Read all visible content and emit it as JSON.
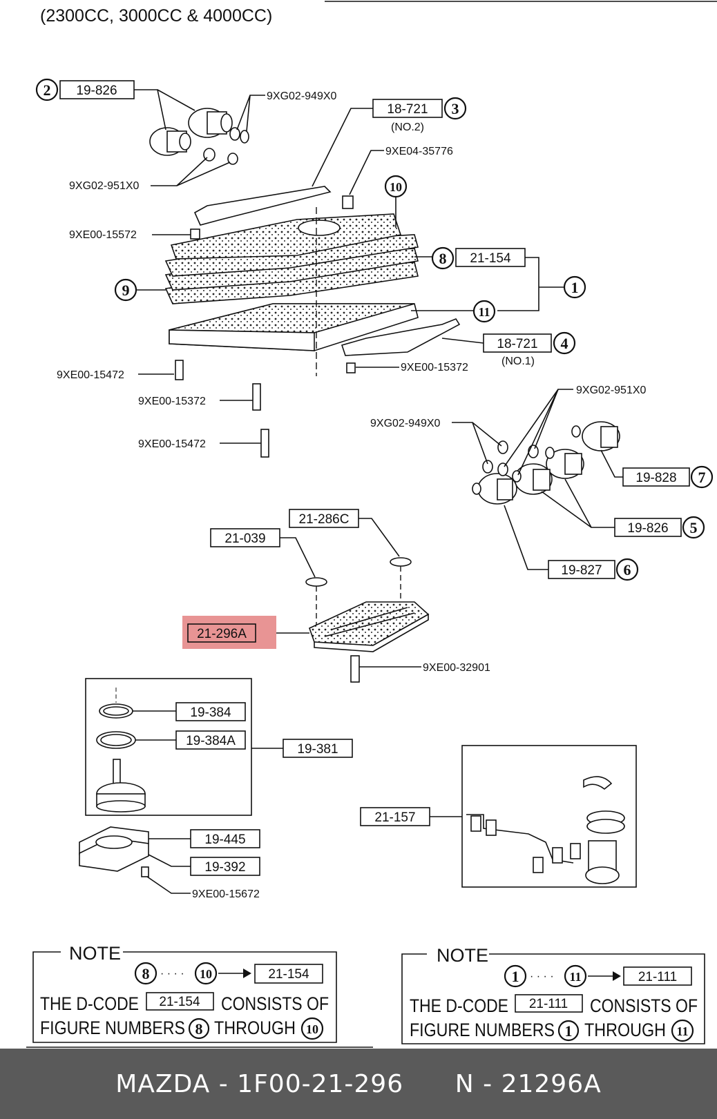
{
  "header": {
    "title": "(2300CC, 3000CC & 4000CC)"
  },
  "callouts": {
    "c1": "19-826",
    "c2": "9XG02-949X0",
    "c3": "18-721",
    "c3_sub": "(NO.2)",
    "c4": "9XE04-35776",
    "c5": "9XG02-951X0",
    "c6": "9XE00-15572",
    "c7": "21-154",
    "c8": "18-721",
    "c8_sub": "(NO.1)",
    "c9": "9XE00-15472",
    "c10": "9XE00-15372",
    "c11": "9XE00-15372",
    "c12": "9XE00-15472",
    "c13": "9XG02-951X0",
    "c14": "9XG02-949X0",
    "c15": "19-828",
    "c16": "19-826",
    "c17": "19-827",
    "c18": "21-286C",
    "c19": "21-039",
    "c20": "21-296A",
    "c21": "9XE00-32901",
    "c22": "19-384",
    "c23": "19-384A",
    "c24": "19-381",
    "c25": "19-445",
    "c26": "19-392",
    "c27": "9XE00-15672",
    "c28": "21-157"
  },
  "figure_numbers": {
    "n1": "1",
    "n2": "2",
    "n3": "3",
    "n4": "4",
    "n5": "5",
    "n6": "6",
    "n7": "7",
    "n8": "8",
    "n9": "9",
    "n10": "10",
    "n11": "11"
  },
  "highlight": {
    "color": "#e07070",
    "code": "21-296A"
  },
  "notes": {
    "left": {
      "title": "NOTE",
      "from": "8",
      "to": "10",
      "code": "21-154",
      "line1_prefix": "THE D-CODE",
      "line1_suffix": "CONSISTS OF",
      "line2_prefix": "FIGURE NUMBERS",
      "line2_mid": "THROUGH"
    },
    "right": {
      "title": "NOTE",
      "from": "1",
      "to": "11",
      "code": "21-111",
      "line1_prefix": "THE D-CODE",
      "line1_suffix": "CONSISTS OF",
      "line2_prefix": "FIGURE NUMBERS",
      "line2_mid": "THROUGH"
    },
    "dots": "· · · ·"
  },
  "footer": {
    "brand_part": "MAZDA - 1F00-21-296",
    "n_part": "N - 21296A"
  }
}
